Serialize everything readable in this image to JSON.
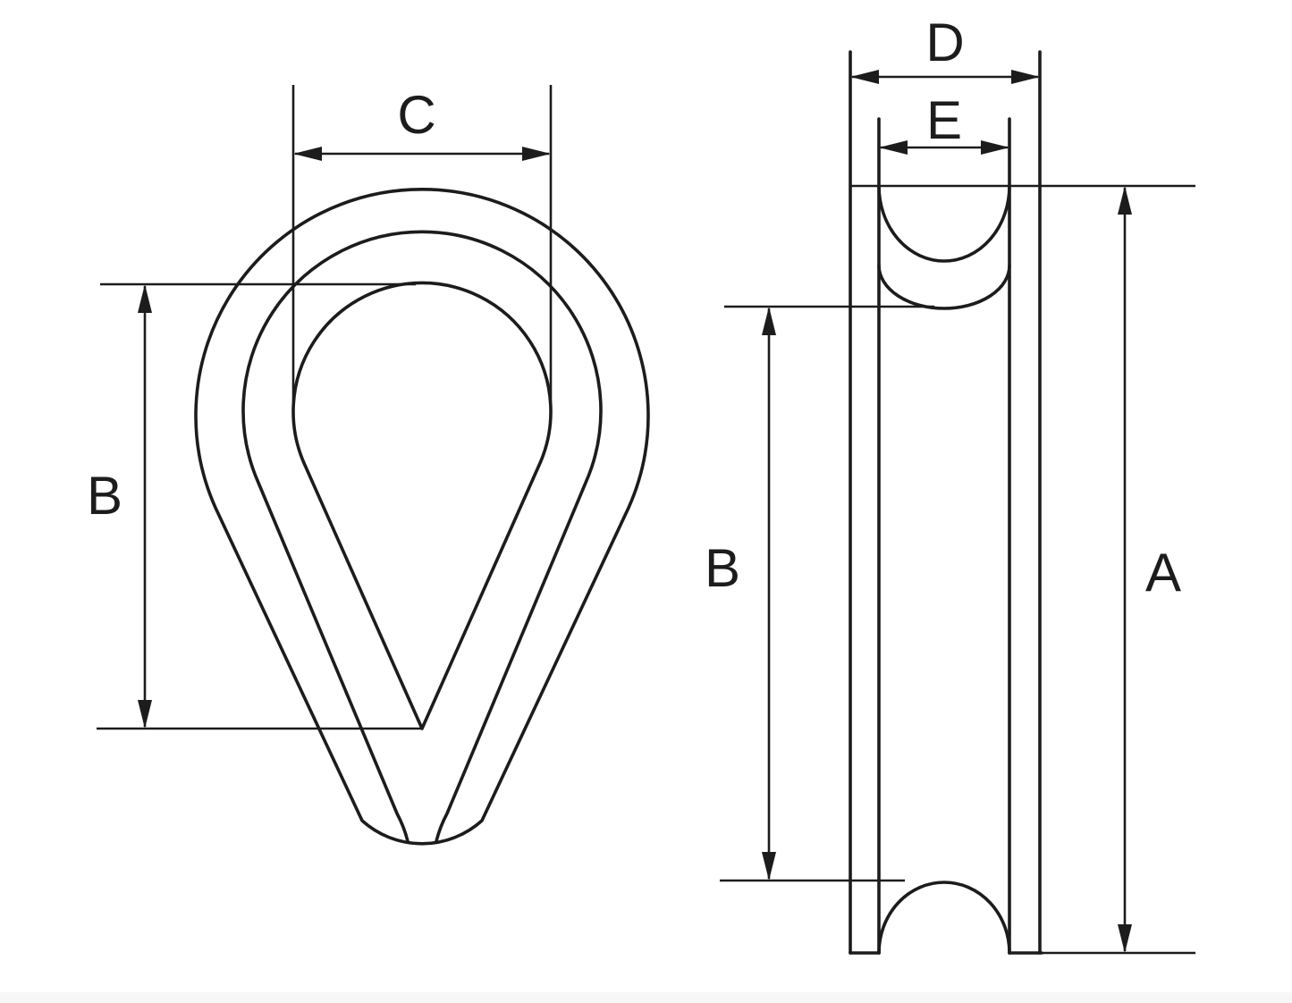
{
  "figure": {
    "kind": "engineering line drawing",
    "subject": "wire rope thimble, two orthographic views",
    "background_color": "#ffffff",
    "line_color": "#1c1c1c",
    "footer_band_color": "#f7f7f8"
  },
  "views": {
    "front": {
      "name": "front-view"
    },
    "side": {
      "name": "side-view"
    }
  },
  "dimension_letters_visible": [
    "A",
    "B",
    "C",
    "D",
    "E"
  ],
  "dims": {
    "c": "C",
    "b_front": "B",
    "d": "D",
    "e": "E",
    "b_side": "B",
    "a": "A"
  }
}
